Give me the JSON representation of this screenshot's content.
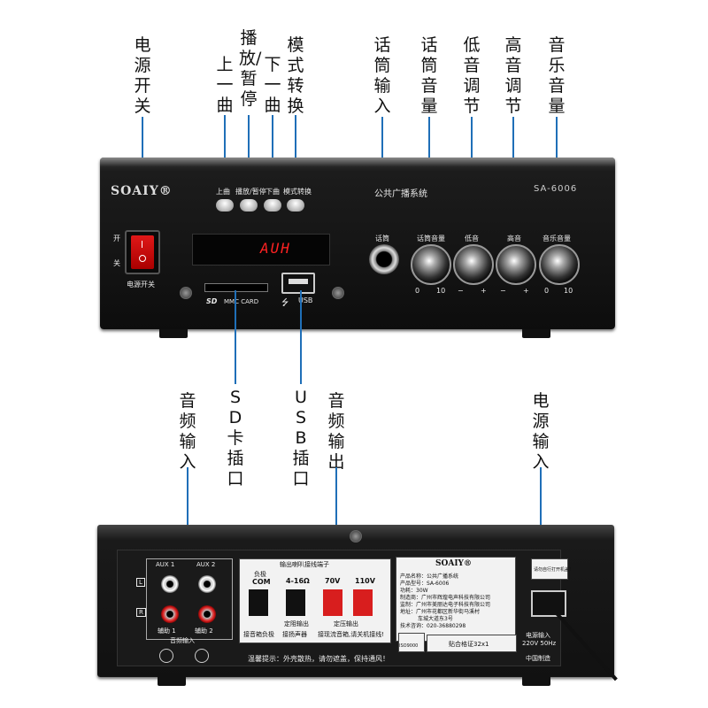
{
  "top_labels": {
    "power_switch": "电源开关",
    "prev": "上一曲",
    "play_pause": "播放/暂停",
    "next": "下一曲",
    "mode": "模式转换",
    "mic_input": "话筒输入",
    "mic_volume": "话筒音量",
    "bass": "低音调节",
    "treble": "高音调节",
    "music_volume": "音乐音量"
  },
  "mid_labels": {
    "audio_input": "音频输入",
    "sd_slot": "SD卡插口",
    "usb_slot": "USB插口",
    "audio_output": "音频输出",
    "power_input": "电源输入"
  },
  "front_panel": {
    "brand": "SOAIY®",
    "system_title": "公共广播系统",
    "model": "SA-6006",
    "switch_on": "开",
    "switch_off": "关",
    "switch_label": "电源开关",
    "btn_prev": "上曲",
    "btn_play": "播放/暂停",
    "btn_next": "下曲",
    "btn_mode": "模式转换",
    "display": "AUH",
    "sd_logo": "SD",
    "mmc_card": "MMC CARD",
    "usb": "USB",
    "mic": "话筒",
    "knob_mic": "话筒音量",
    "knob_bass": "低音",
    "knob_treble": "高音",
    "knob_music": "音乐音量",
    "scale_mic_min": "0",
    "scale_mic_max": "10",
    "scale_bass_min": "−",
    "scale_bass_max": "+",
    "scale_treble_min": "−",
    "scale_treble_max": "+",
    "scale_music_min": "0",
    "scale_music_max": "10"
  },
  "rear_panel": {
    "aux1": "AUX 1",
    "aux2": "AUX 2",
    "l": "L",
    "r": "R",
    "aux_in1": "辅助 1",
    "aux_in2": "辅助 2",
    "audio_in": "音频输入",
    "speaker_title": "输出喇叭接线端子",
    "load": "负极",
    "com": "COM",
    "ohm": "4-16Ω",
    "v70": "70V",
    "v110": "110V",
    "speaker_neg": "接音箱负极",
    "ohm_out": "定阻输出",
    "speaker_out": "接扬声器",
    "const_v": "定压输出",
    "note_const": "接现流音箱,请关机接线!",
    "info_brand": "SOAIY®",
    "info_name": "产品名称：公共广播系统",
    "info_model": "产品型号：SA-6006",
    "info_power": "功耗：30W",
    "info_maker": "制造商：广州市辉煌电声科技有限公司",
    "info_supervisor": "监制：广州市美丽达电子科技有限公司",
    "info_address": "地址：广州市花都区新华街马溪村",
    "info_address2": "车城大道东3号",
    "info_tel": "技术咨询：020-36880298",
    "cert": "贴合格证32x1",
    "iso": "ISO9000",
    "warning": "温馨提示：外壳散热，请勿遮盖，保持通风！",
    "power_label": "电源输入",
    "voltage": "220V  50Hz",
    "made_in": "中国制造",
    "caution": "请勿自行打开机盖！"
  }
}
